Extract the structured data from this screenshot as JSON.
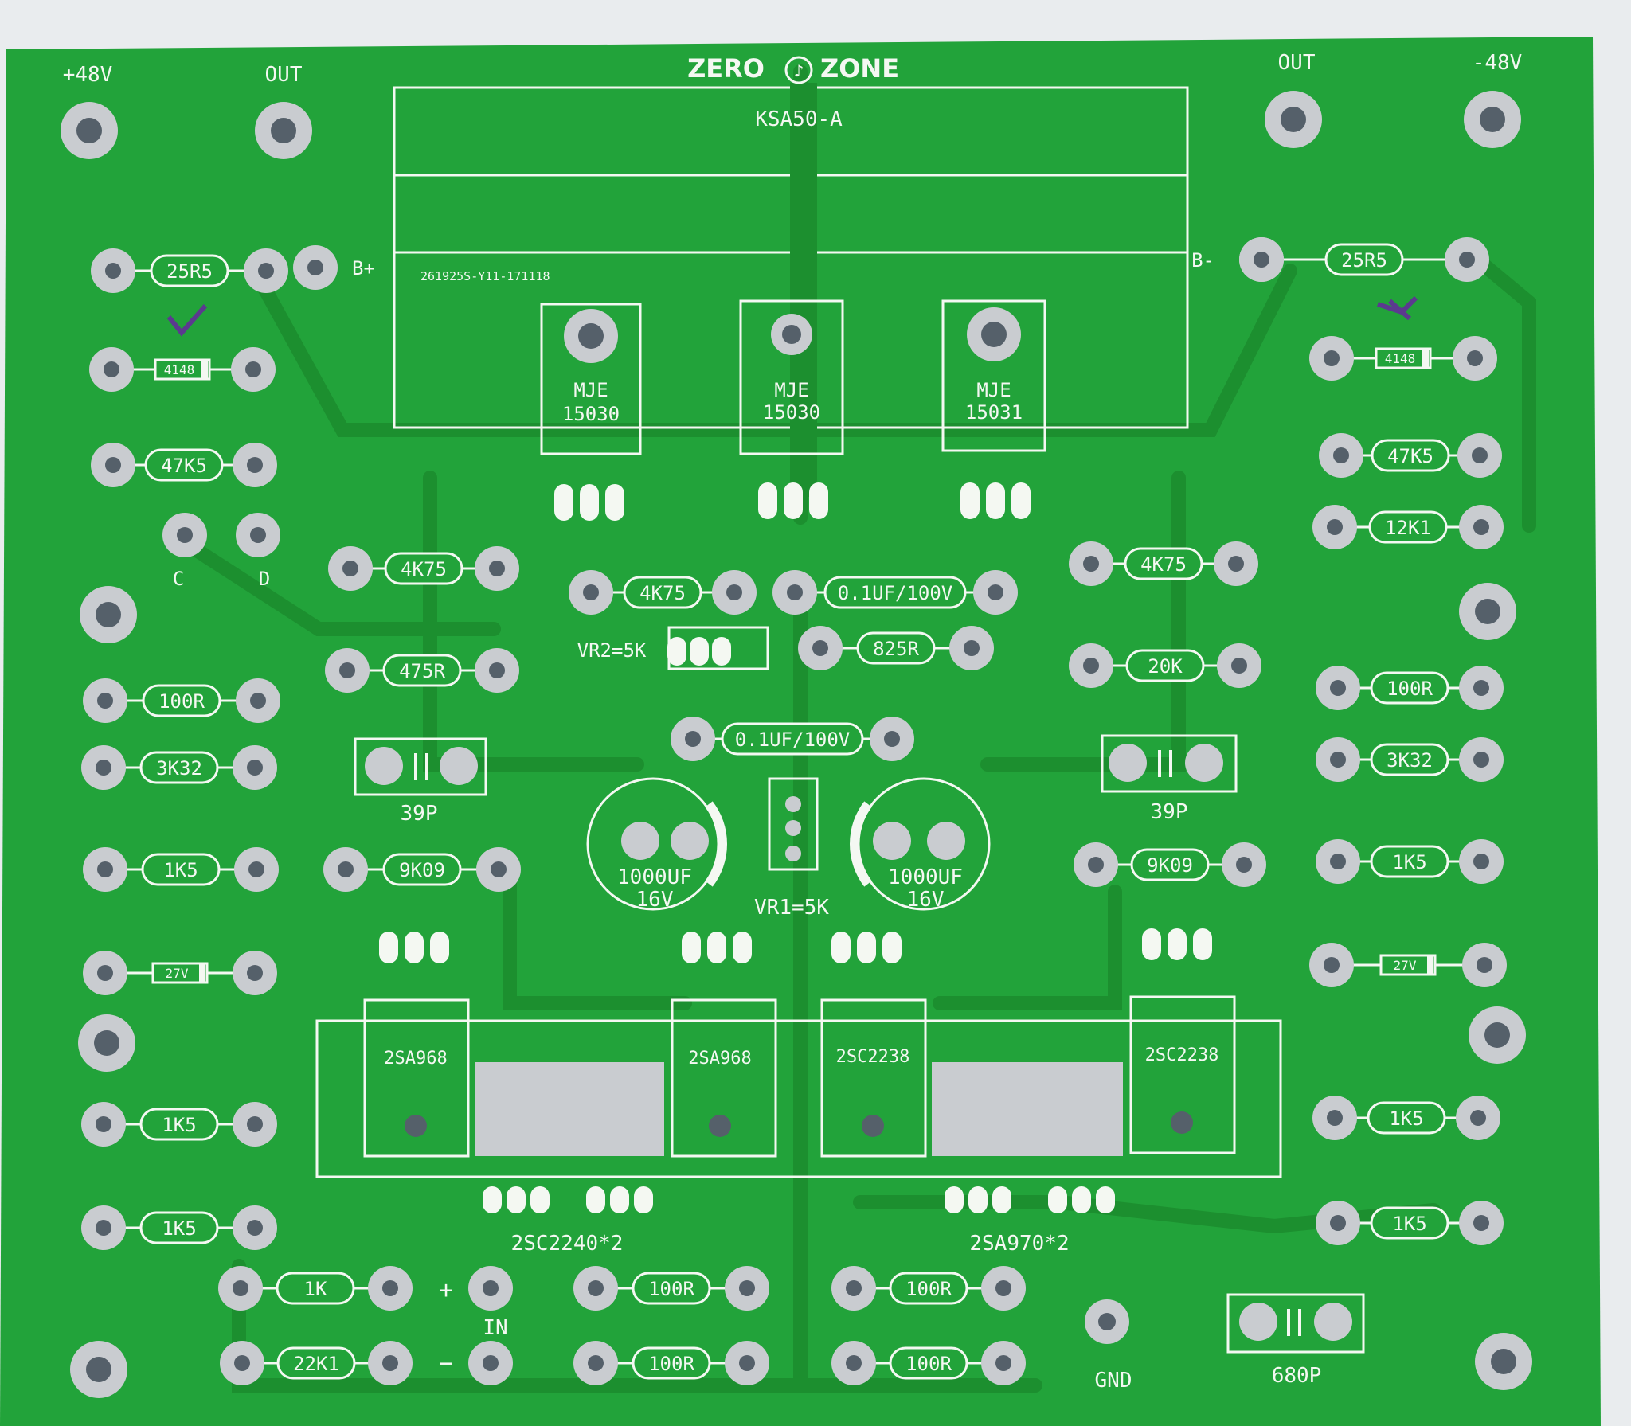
{
  "board": {
    "brand_left": "ZERO",
    "brand_right": "ZONE",
    "model": "KSA50-A",
    "serial": "261925S-Y11-171118",
    "colors": {
      "board": "#22a33a",
      "trace": "#1c8f2f",
      "silk": "#f4f8f2",
      "pad": "#c9ccd0",
      "hole": "#55606a"
    }
  },
  "labels": {
    "plus48": "+48V",
    "out_left": "OUT",
    "out_right": "OUT",
    "minus48": "-48V",
    "b_plus": "B+",
    "b_minus": "B-",
    "c": "C",
    "d": "D",
    "mje1": "MJE",
    "mje1b": "15030",
    "mje2": "MJE",
    "mje2b": "15030",
    "mje3": "MJE",
    "mje3b": "15031",
    "vr2": "VR2=5K",
    "vr1": "VR1=5K",
    "cap39_l": "39P",
    "cap39_r": "39P",
    "ecap_l1": "1000UF",
    "ecap_l2": "16V",
    "ecap_r1": "1000UF",
    "ecap_r2": "16V",
    "t1": "2SA968",
    "t2": "2SA968",
    "t3": "2SC2238",
    "t4": "2SC2238",
    "dual_l": "2SC2240*2",
    "dual_r": "2SA970*2",
    "in": "IN",
    "plus": "+",
    "minus": "−",
    "gnd": "GND",
    "cap680": "680P"
  },
  "resistors": [
    "25R5",
    "25R5",
    "47K5",
    "47K5",
    "12K1",
    "4K75",
    "4K75",
    "4K75",
    "0.1UF/100V",
    "825R",
    "475R",
    "20K",
    "100R",
    "100R",
    "3K32",
    "3K32",
    "0.1UF/100V",
    "1K5",
    "9K09",
    "9K09",
    "1K5",
    "1K5",
    "1K5",
    "1K5",
    "1K5",
    "1K",
    "22K1",
    "100R",
    "100R",
    "100R",
    "100R"
  ],
  "diodes": [
    "4148",
    "4148",
    "27V",
    "27V"
  ]
}
